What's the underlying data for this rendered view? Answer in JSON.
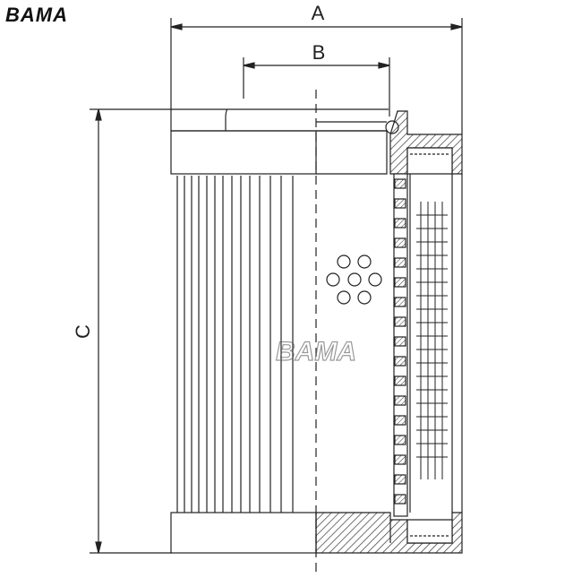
{
  "brand": {
    "logo_text": "BAMA",
    "watermark_text": "BAMA"
  },
  "dimensions": {
    "a_label": "A",
    "b_label": "B",
    "c_label": "C"
  },
  "colors": {
    "line": "#222222",
    "hatch": "#333333",
    "background": "#ffffff"
  }
}
